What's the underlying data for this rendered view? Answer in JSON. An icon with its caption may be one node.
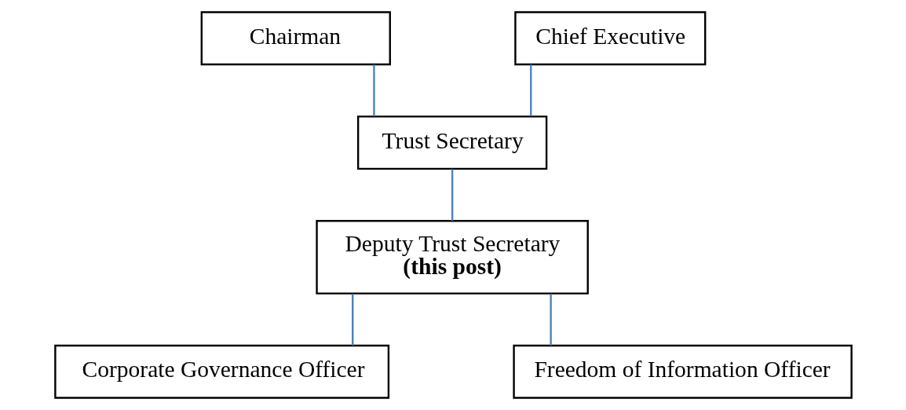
{
  "diagram": {
    "nodes": [
      {
        "text": [
          "Chairman"
        ]
      },
      {
        "text": [
          "Chief Executive"
        ]
      },
      {
        "text": [
          "Trust Secretary"
        ]
      },
      {
        "text": [
          "Deputy Trust Secretary",
          "(this post)"
        ]
      },
      {
        "text": [
          "Corporate Governance Officer"
        ]
      },
      {
        "text": [
          "Freedom of Information Officer"
        ]
      }
    ],
    "edges": [
      {
        "from": 0,
        "to": 2,
        "arrow": "none"
      },
      {
        "from": 1,
        "to": 2,
        "arrow": "none"
      },
      {
        "from": 2,
        "to": 3,
        "arrow": "none"
      },
      {
        "from": 3,
        "to": 4,
        "arrow": "none"
      },
      {
        "from": 3,
        "to": 5,
        "arrow": "none"
      }
    ]
  }
}
